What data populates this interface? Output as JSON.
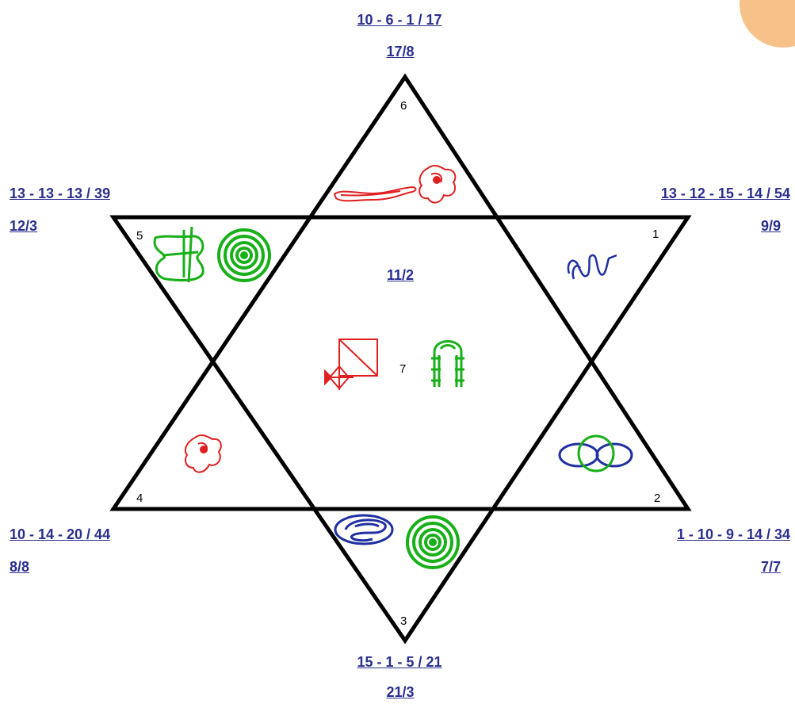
{
  "labels": {
    "top": {
      "line1": "10 - 6 - 1 / 17",
      "line2": "17/8"
    },
    "upper_left": {
      "line1": "13 - 13 - 13 / 39",
      "line2": "12/3"
    },
    "upper_right": {
      "line1": "13 - 12 - 15 - 14 / 54",
      "line2": "9/9"
    },
    "lower_left": {
      "line1": "10 - 14 - 20 / 44",
      "line2": "8/8"
    },
    "lower_right": {
      "line1": "1 - 10 - 9 - 14 / 34",
      "line2": "7/7"
    },
    "bottom": {
      "line1": "15 - 1 - 5 / 21",
      "line2": "21/3"
    },
    "center": "11/2"
  },
  "point_numbers": {
    "p1": "1",
    "p2": "2",
    "p3": "3",
    "p4": "4",
    "p5": "5",
    "p6": "6",
    "p7": "7"
  },
  "colors": {
    "link": "#2a2f8f",
    "red": "#e02020",
    "green": "#18b018",
    "blue": "#2030a0"
  },
  "icons": [
    "worm-icon",
    "blob-icon",
    "spiral-icon",
    "vase-icon",
    "wave-icon",
    "kite-icon",
    "beehive-icon",
    "rings-icon",
    "coil-icon"
  ]
}
